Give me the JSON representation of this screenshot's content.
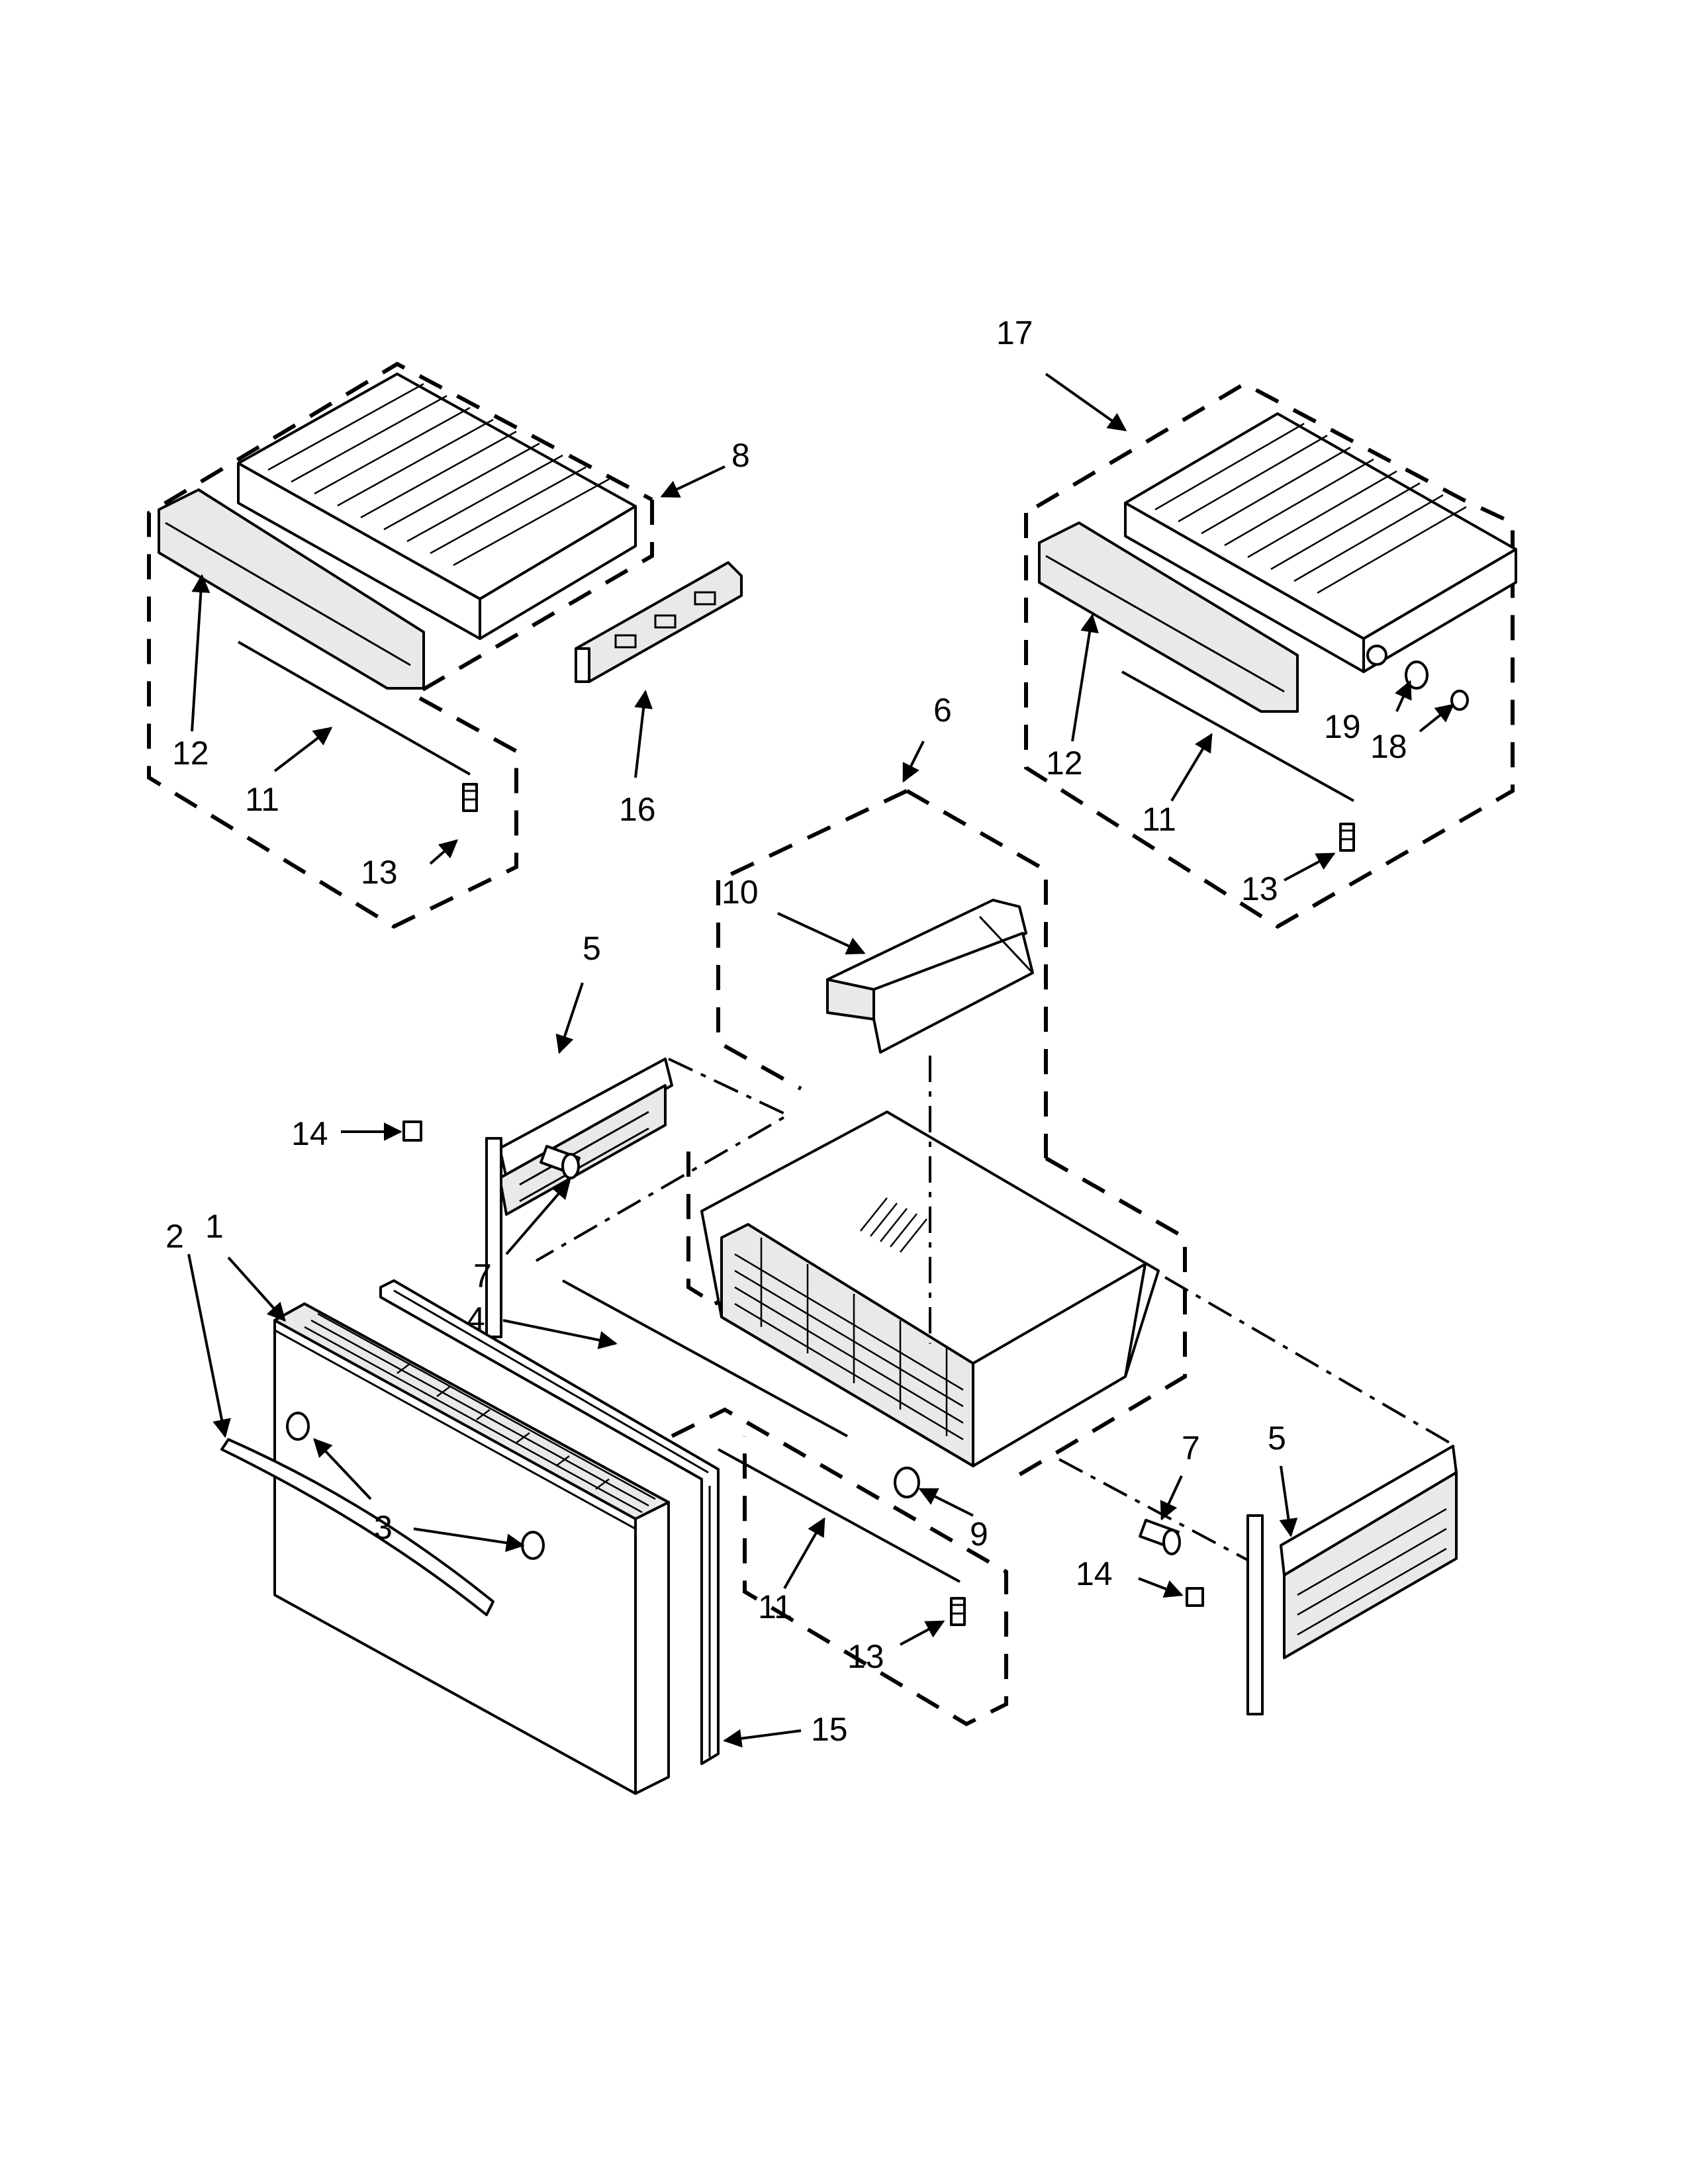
{
  "callouts": {
    "c1": "1",
    "c2": "2",
    "c3": "3",
    "c4": "4",
    "c5a": "5",
    "c5b": "5",
    "c6": "6",
    "c7a": "7",
    "c7b": "7",
    "c8": "8",
    "c9": "9",
    "c10": "10",
    "c11a": "11",
    "c11b": "11",
    "c11c": "11",
    "c12a": "12",
    "c12b": "12",
    "c13a": "13",
    "c13b": "13",
    "c13c": "13",
    "c14a": "14",
    "c14b": "14",
    "c15": "15",
    "c16": "16",
    "c17": "17",
    "c18": "18",
    "c19": "19"
  }
}
